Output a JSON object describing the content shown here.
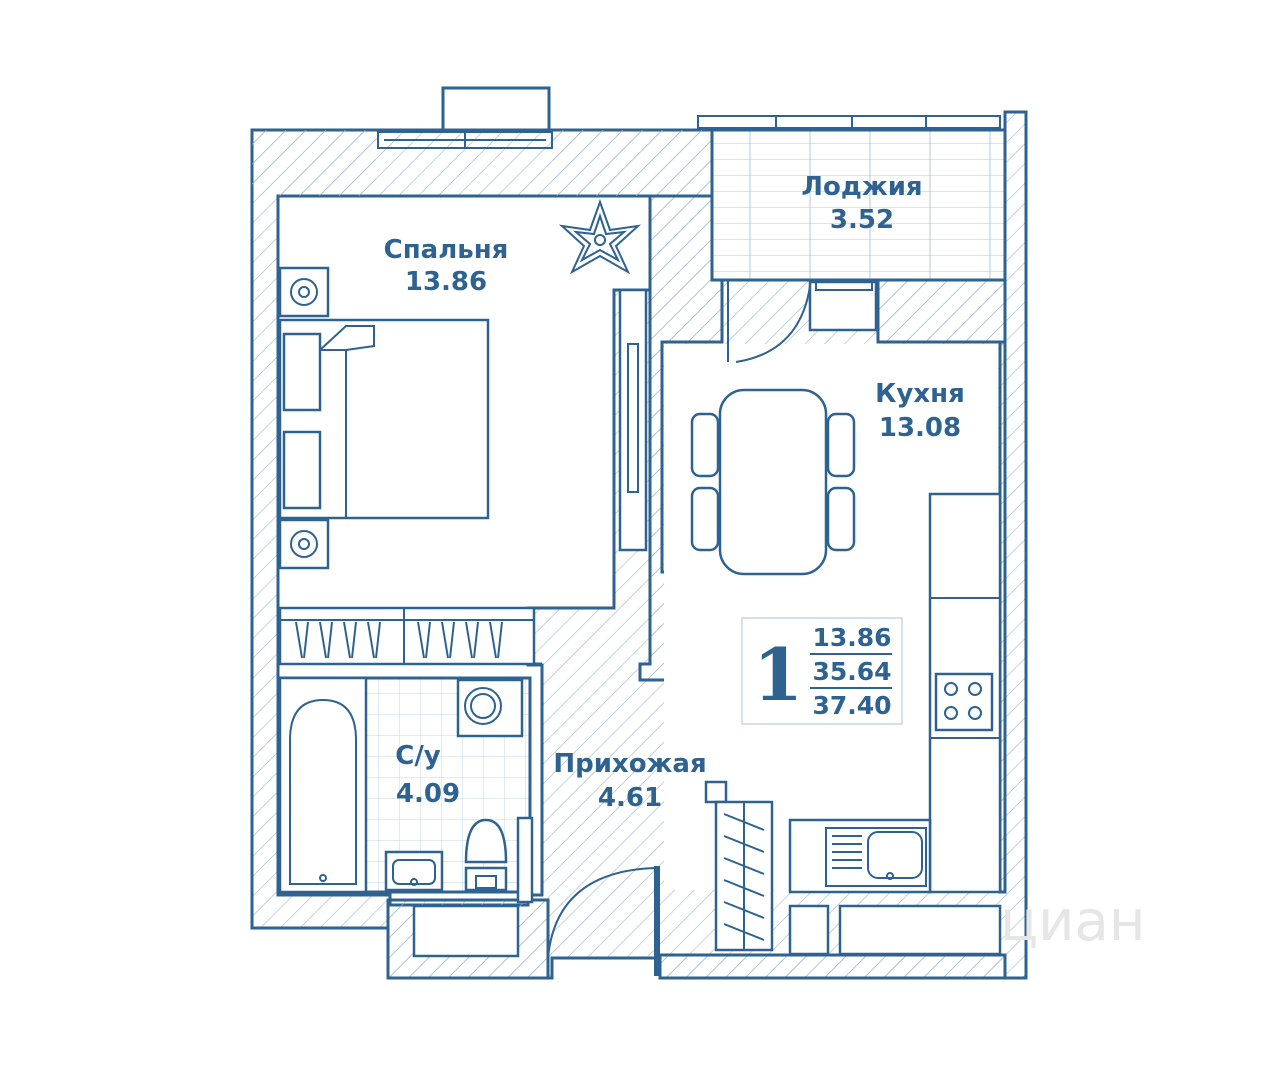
{
  "rooms": {
    "bedroom": {
      "name": "Спальня",
      "area": "13.86"
    },
    "loggia": {
      "name": "Лоджия",
      "area": "3.52"
    },
    "kitchen": {
      "name": "Кухня",
      "area": "13.08"
    },
    "bathroom": {
      "name": "С/у",
      "area": "4.09"
    },
    "hallway": {
      "name": "Прихожая",
      "area": "4.61"
    }
  },
  "summary": {
    "room_count": "1",
    "living_area": "13.86",
    "total_area": "35.64",
    "total_with_loggia": "37.40"
  },
  "watermark": "циан",
  "colors": {
    "line": "#2e6290",
    "hatch": "#9fb7cc",
    "background": "#ffffff"
  }
}
